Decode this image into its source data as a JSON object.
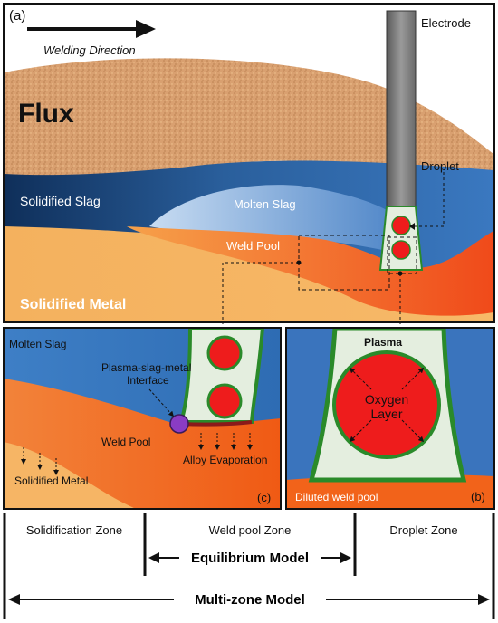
{
  "panel_a": {
    "tag": "(a)",
    "welding_direction": "Welding Direction",
    "electrode": "Electrode",
    "flux": "Flux",
    "droplet": "Droplet",
    "solidified_slag": "Solidified Slag",
    "molten_slag": "Molten Slag",
    "weld_pool": "Weld Pool",
    "solidified_metal": "Solidified Metal"
  },
  "panel_c": {
    "tag": "(c)",
    "molten_slag": "Molten Slag",
    "interface_line1": "Plasma-slag-metal",
    "interface_line2": "Interface",
    "weld_pool": "Weld Pool",
    "solidified_metal": "Solidified Metal",
    "alloy_evaporation": "Alloy Evaporation"
  },
  "panel_b": {
    "tag": "(b)",
    "plasma": "Plasma",
    "oxygen_line1": "Oxygen",
    "oxygen_line2": "Layer",
    "diluted_weld_pool": "Diluted weld pool"
  },
  "zones": {
    "solidification": "Solidification Zone",
    "weld_pool": "Weld pool Zone",
    "droplet": "Droplet Zone",
    "equilibrium_model": "Equilibrium Model",
    "multi_zone_model": "Multi-zone Model"
  },
  "colors": {
    "flux": "#d9a070",
    "slag_dark": "#1e4f86",
    "slag_light": "#8fb6e0",
    "weld_pool": "#f26a1b",
    "solid_metal": "#f7b25e",
    "electrode": "#8a8a8a",
    "plasma": "#e4eedf",
    "plasma_edge": "#2a8a2a",
    "droplet": "#ee1c1c"
  }
}
